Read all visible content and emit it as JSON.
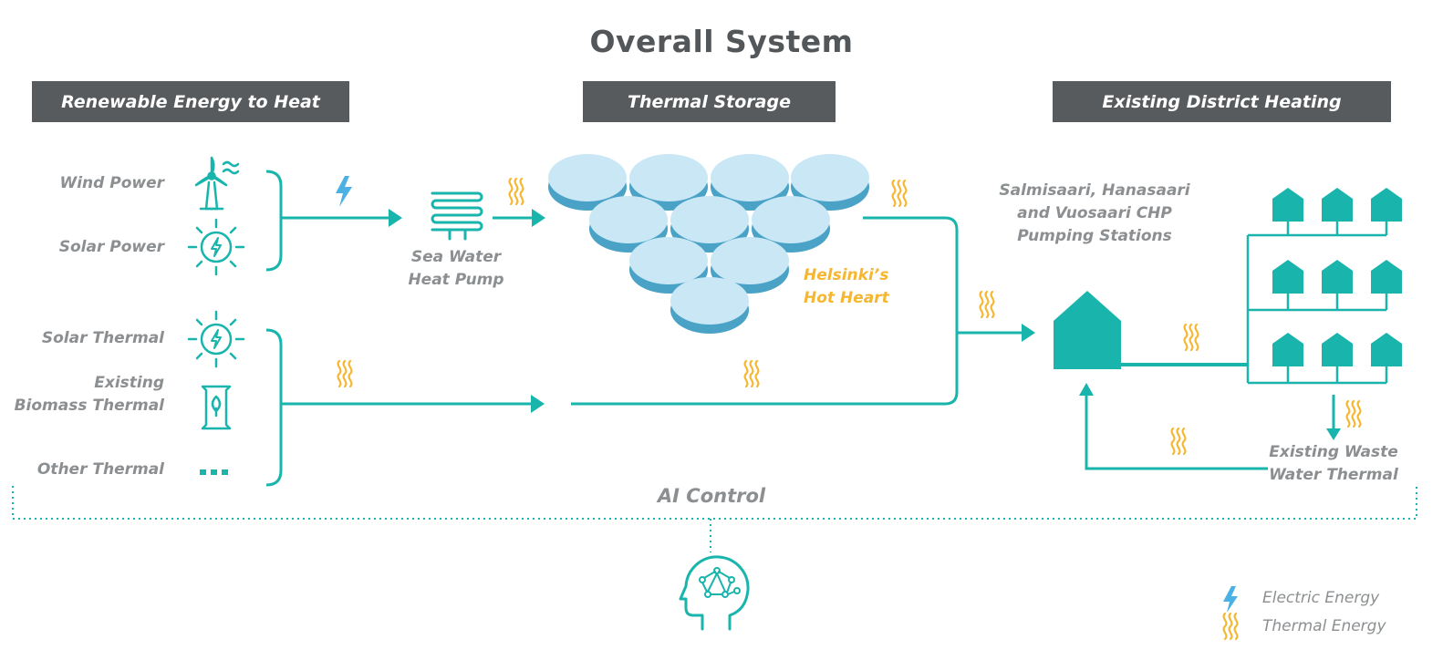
{
  "title": "Overall System",
  "headers": {
    "renewable": "Renewable Energy to Heat",
    "storage": "Thermal Storage",
    "district": "Existing District Heating"
  },
  "sources": {
    "wind": "Wind Power",
    "solar_power": "Solar Power",
    "solar_thermal": "Solar Thermal",
    "biomass_line1": "Existing",
    "biomass_line2": "Biomass Thermal",
    "other": "Other Thermal"
  },
  "heat_pump": {
    "line1": "Sea Water",
    "line2": "Heat Pump"
  },
  "hot_heart": {
    "line1": "Helsinki’s",
    "line2": "Hot Heart"
  },
  "chp": {
    "line1": "Salmisaari, Hanasaari",
    "line2": "and Vuosaari CHP",
    "line3": "Pumping Stations"
  },
  "waste": {
    "line1": "Existing Waste",
    "line2": "Water Thermal"
  },
  "ai_control": "AI Control",
  "legend": {
    "electric": "Electric Energy",
    "thermal": "Thermal Energy"
  },
  "colors": {
    "teal": "#19b5ad",
    "tank_top": "#c9e7f5",
    "tank_side": "#4aa3c6",
    "yellow": "#f5b731",
    "electric_blue": "#4bb0e3",
    "header_bg": "#585b5d"
  }
}
